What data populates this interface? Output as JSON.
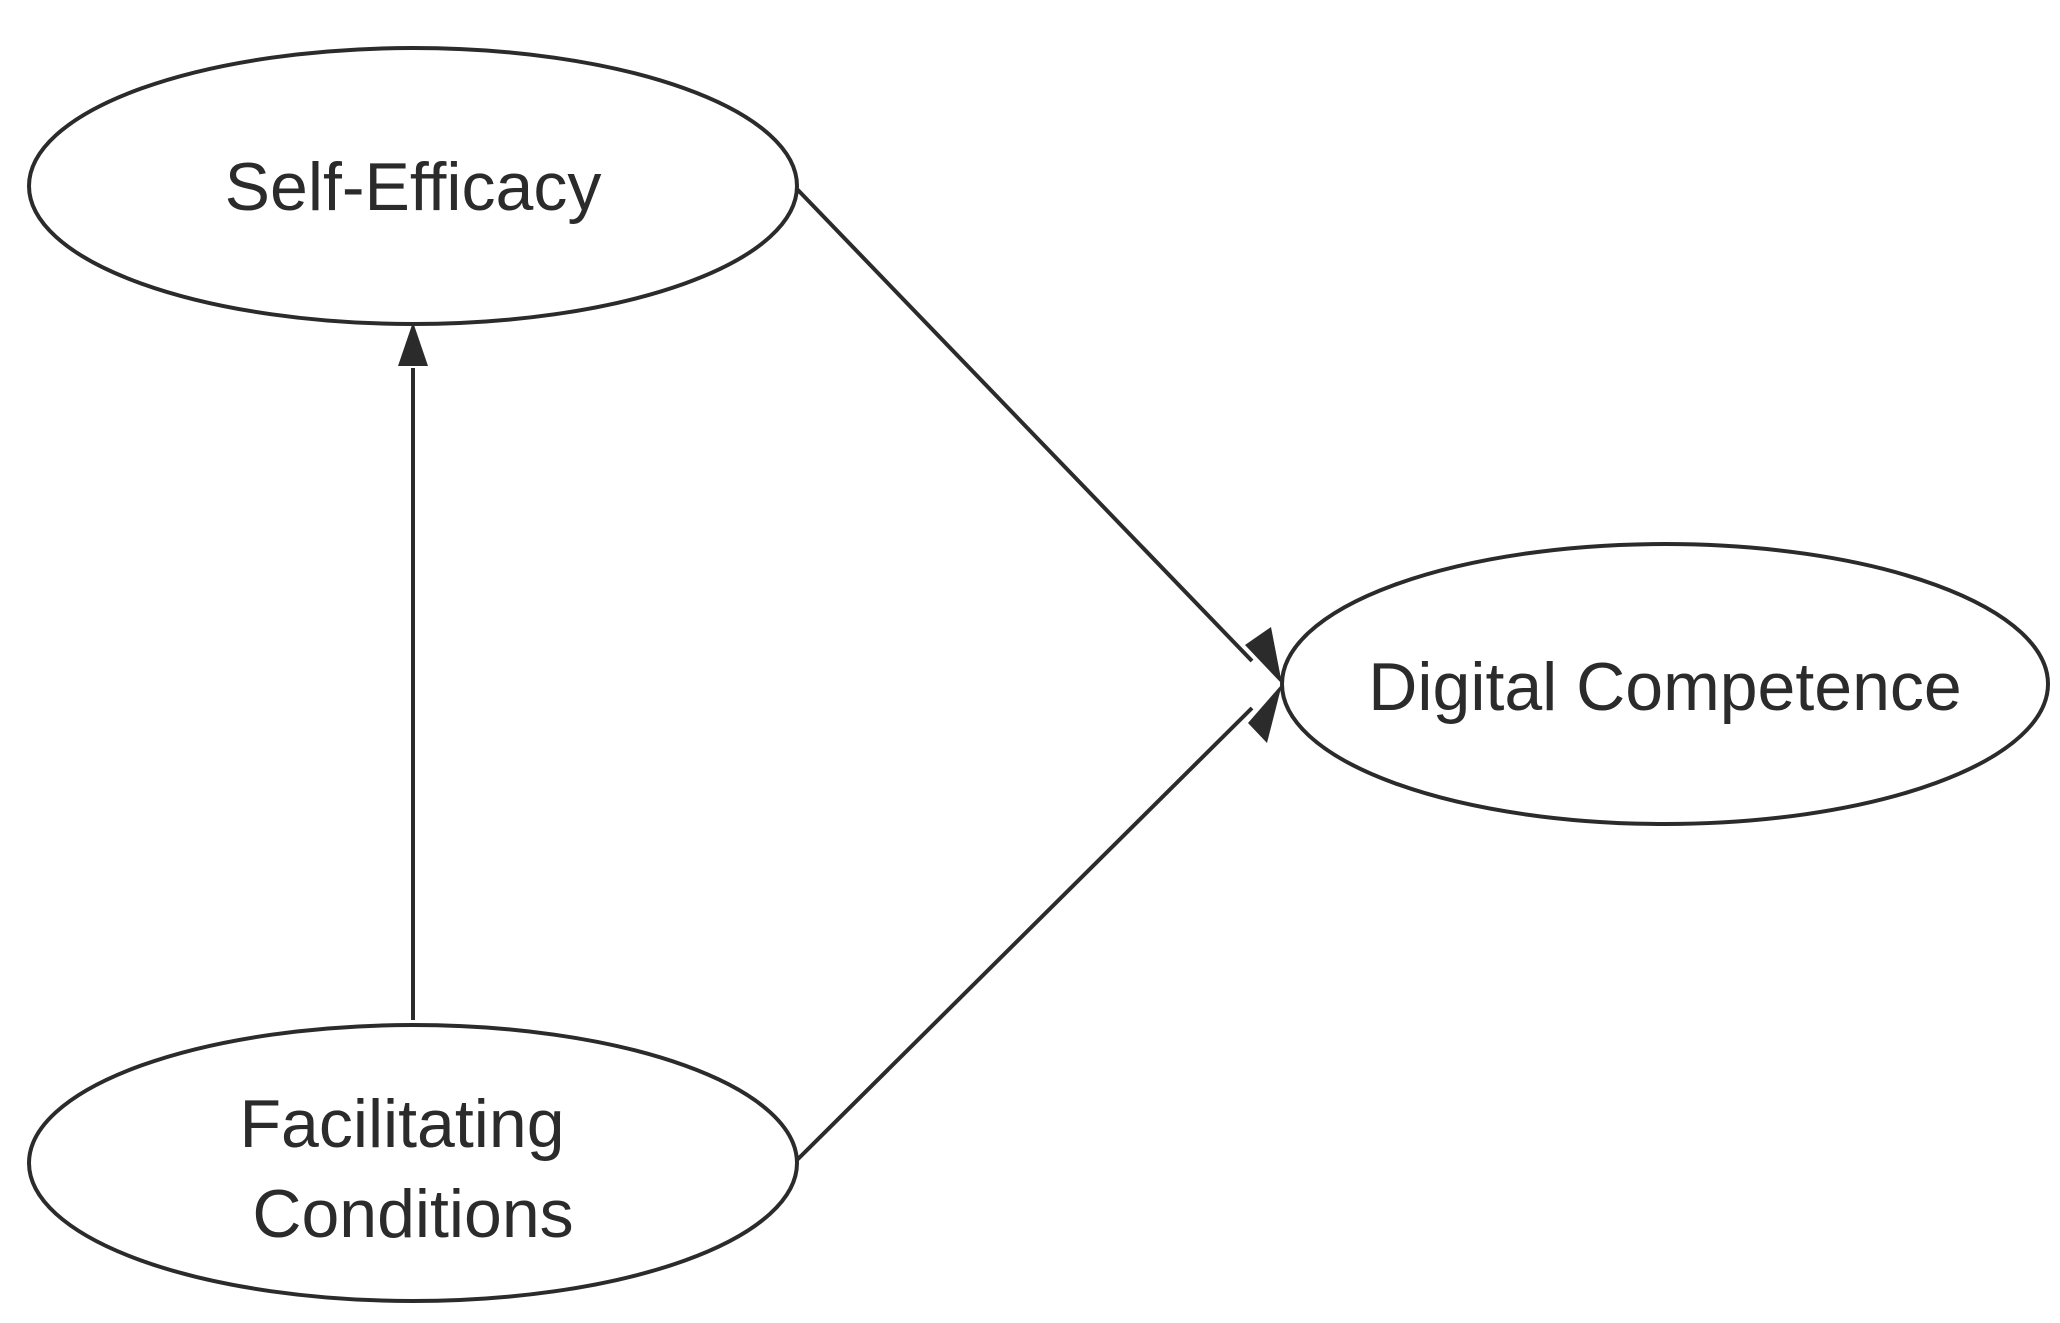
{
  "diagram": {
    "nodes": {
      "self_efficacy": {
        "label": "Self-Efficacy"
      },
      "facilitating_conditions": {
        "line1": "Facilitating",
        "line2": "Conditions"
      },
      "digital_competence": {
        "label": "Digital Competence"
      }
    },
    "edges": [
      {
        "from": "Facilitating Conditions",
        "to": "Self-Efficacy"
      },
      {
        "from": "Self-Efficacy",
        "to": "Digital Competence"
      },
      {
        "from": "Facilitating Conditions",
        "to": "Digital Competence"
      }
    ],
    "colors": {
      "stroke": "#2b2b2b",
      "background": "#ffffff"
    }
  }
}
